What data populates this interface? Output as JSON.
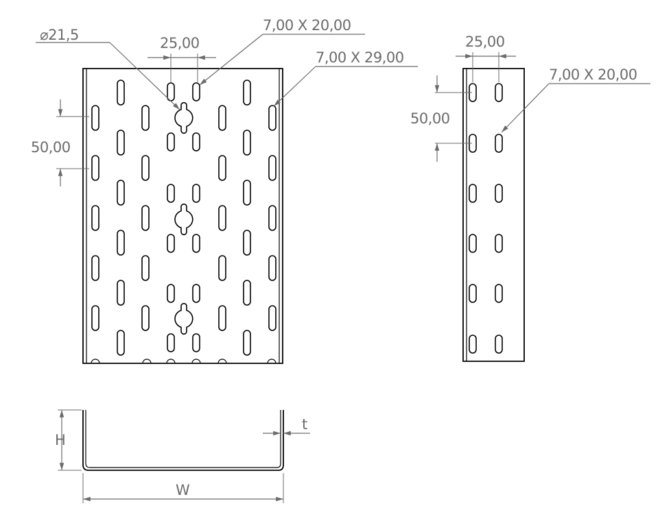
{
  "front_view": {
    "hole_diameter_label": "⌀21,5",
    "slot_pitch_label": "25,00",
    "slot_size_small_label": "7,00 X 20,00",
    "slot_size_large_label": "7,00 X 29,00",
    "vertical_pitch_label": "50,00"
  },
  "side_view": {
    "slot_pitch_label": "25,00",
    "vertical_pitch_label": "50,00",
    "slot_size_label": "7,00 X 20,00"
  },
  "section_view": {
    "height_label": "H",
    "width_label": "W",
    "thickness_label": "t"
  },
  "colors": {
    "outline": "#000000",
    "dimension": "#6b6b6b"
  }
}
